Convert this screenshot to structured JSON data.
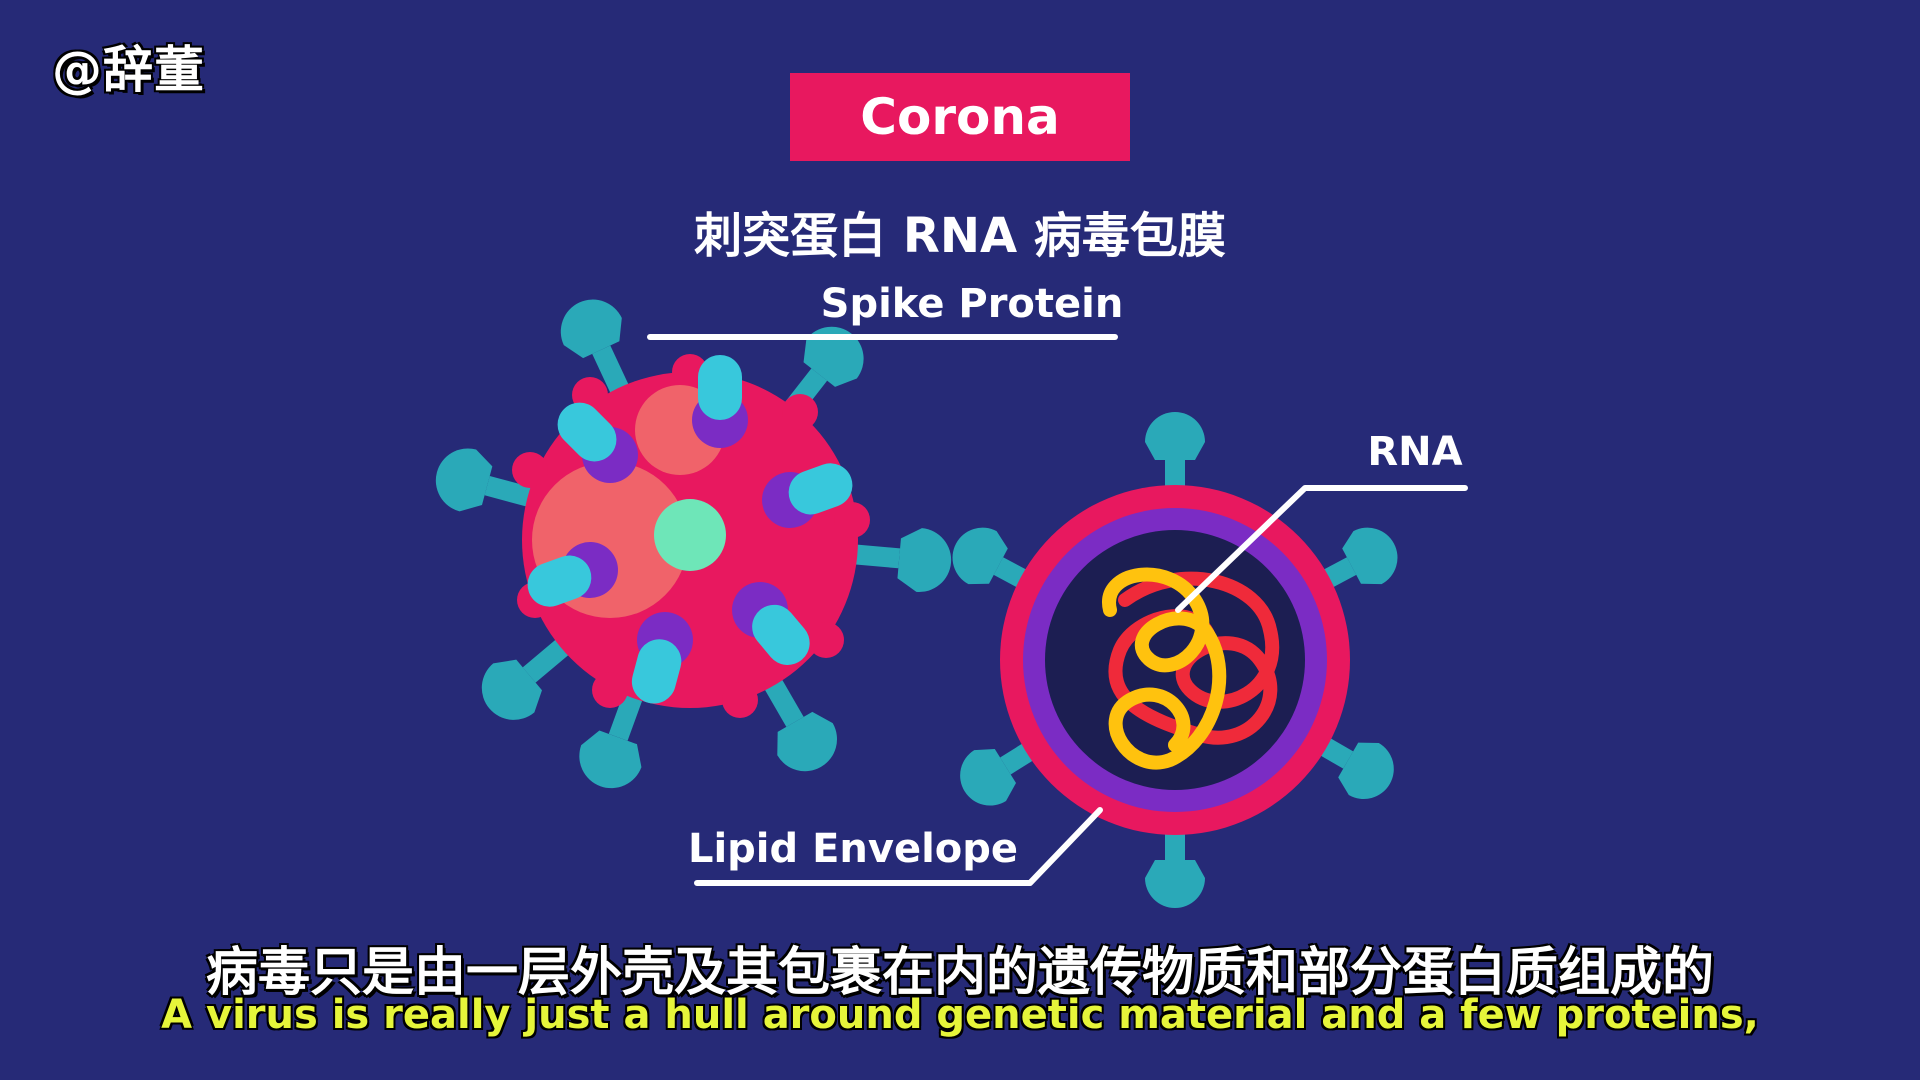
{
  "watermark": "@辞董",
  "title": "Corona",
  "chinese_labels": "刺突蛋白 RNA 病毒包膜",
  "labels": {
    "spike_protein": "Spike Protein",
    "rna": "RNA",
    "lipid_envelope": "Lipid Envelope"
  },
  "subtitles": {
    "chinese": "病毒只是由一层外壳及其包裹在内的遗传物质和部分蛋白质组成的",
    "english": "A virus is really just a hull around genetic material and a few proteins,"
  },
  "colors": {
    "background": "#262a77",
    "title_box": "#e8185f",
    "virus_body": "#e8185f",
    "spike": "#38c8dc",
    "spike_teal": "#2aa9b8",
    "inner_ring": "#7b2cc4",
    "inner_core": "#1c1e52",
    "rna_yellow": "#ffc20e",
    "rna_red": "#ef2a3a",
    "subtitle_english": "#e6f53a"
  }
}
